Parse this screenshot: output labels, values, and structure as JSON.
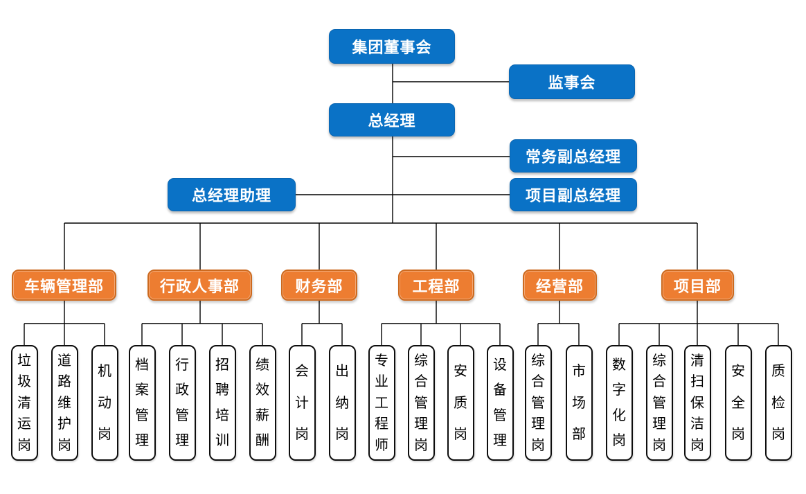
{
  "org": {
    "executives": {
      "board": "集团董事会",
      "supervisory": "监事会",
      "general_manager": "总经理",
      "executive_deputy_gm": "常务副总经理",
      "gm_assistant": "总经理助理",
      "project_deputy_gm": "项目副总经理"
    },
    "departments": [
      {
        "label": "车辆管理部",
        "positions": [
          "垃圾清运岗",
          "道路维护岗",
          "机动岗"
        ]
      },
      {
        "label": "行政人事部",
        "positions": [
          "档案管理",
          "行政管理",
          "招聘培训",
          "绩效薪酬"
        ]
      },
      {
        "label": "财务部",
        "positions": [
          "会计岗",
          "出纳岗"
        ]
      },
      {
        "label": "工程部",
        "positions": [
          "专业工程师",
          "综合管理岗",
          "安质岗",
          "设备管理"
        ]
      },
      {
        "label": "经营部",
        "positions": [
          "综合管理岗",
          "市场部"
        ]
      },
      {
        "label": "项目部",
        "positions": [
          "数字化岗",
          "综合管理岗",
          "清扫保洁岗",
          "安全岗",
          "质检岗"
        ]
      }
    ],
    "colors": {
      "executive_fill": "#0a72c6",
      "department_fill": "#ed7d31",
      "department_border": "#cd6a1f",
      "position_border": "#0d0d0d",
      "connector": "#000000",
      "text_on_fill": "#ffffff",
      "position_text": "#000000"
    }
  }
}
